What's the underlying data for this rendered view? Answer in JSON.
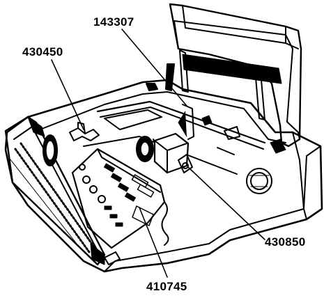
{
  "callouts": {
    "top_center": "143307",
    "top_left": "430450",
    "right": "430850",
    "bottom": "410745"
  },
  "colors": {
    "line": "#000000",
    "paper": "#ffffff"
  }
}
